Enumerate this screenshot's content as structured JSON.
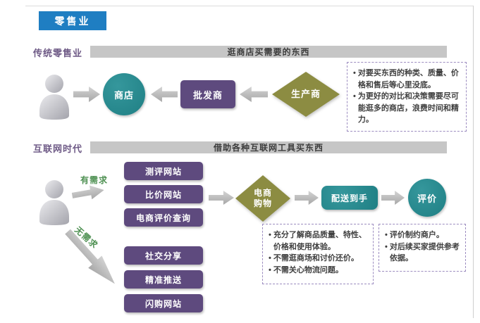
{
  "badge": {
    "label": "零售业"
  },
  "traditional": {
    "label": "传统零售业",
    "banner": "逛商店买需要的东西",
    "store": "商店",
    "wholesaler": "批发商",
    "producer": "生产商",
    "notes": [
      "对要买东西的种类、质量、价格和售后等心里没底。",
      "为更好的对比和决策需要尽可能逛多的商店，浪费时间和精力。"
    ]
  },
  "internet": {
    "label": "互联网时代",
    "banner": "借助各种互联网工具买东西",
    "has_demand": "有需求",
    "no_demand": "无需求",
    "demand_sites": [
      "测评网站",
      "比价网站",
      "电商评价查询"
    ],
    "discovery_sites": [
      "社交分享",
      "精准推送",
      "闪购网站"
    ],
    "shopping_line1": "电商",
    "shopping_line2": "购物",
    "delivery": "配送到手",
    "review": "评价",
    "benefits": [
      "充分了解商品质量、特性、价格和使用体验。",
      "不需逛商场和讨价还价。",
      "不需关心物流问题。"
    ],
    "review_notes": [
      "评价制约商户。",
      "对后续买家提供参考依据。"
    ]
  },
  "colors": {
    "accent_blue": "#1f7ec2",
    "shape_purple": "#5e4a7e",
    "shape_teal": "#25888d",
    "shape_olive": "#8c8c42",
    "banner_gray": "#c6c6c6",
    "dashed_border_purple": "#9c8cc0",
    "demand_label_green": "#4f9153",
    "section_label_purple": "#6e5a86"
  }
}
